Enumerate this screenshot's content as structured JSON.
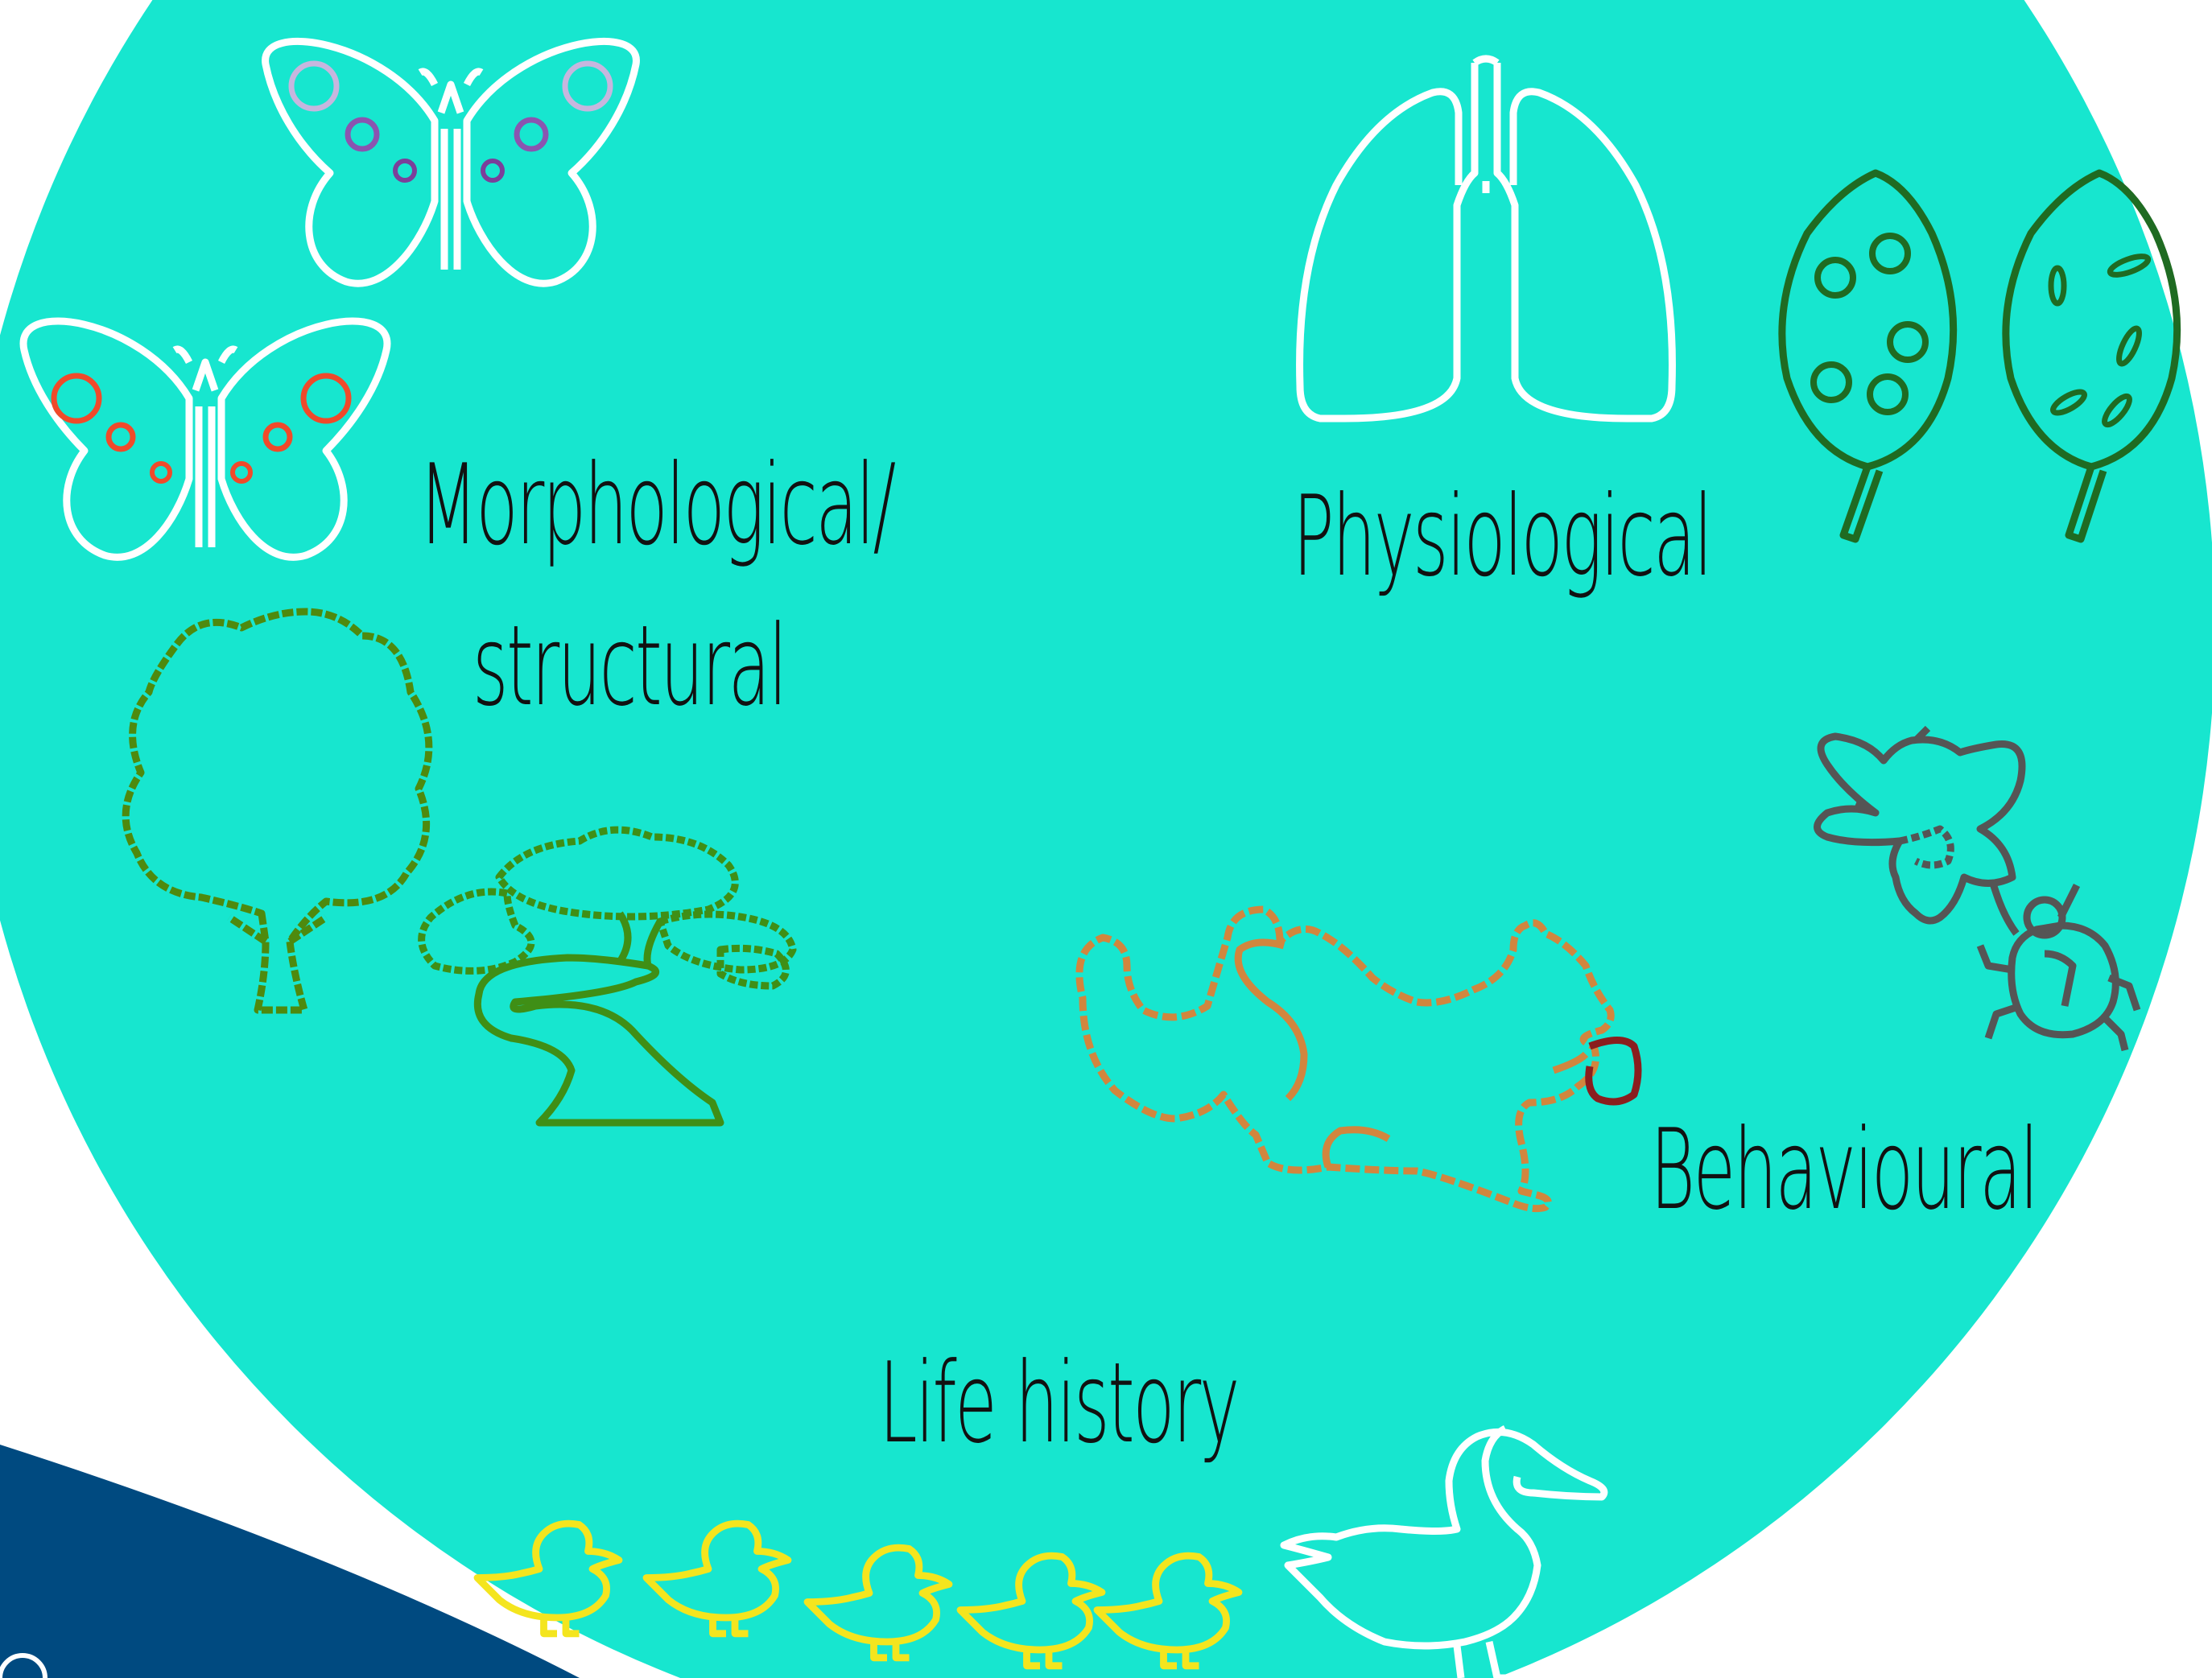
{
  "labels": {
    "morphological_line1": "Morphological/",
    "morphological_line2": "structural",
    "physiological": "Physiological",
    "behavioural": "Behavioural",
    "life_history": "Life history"
  },
  "colors": {
    "circle": "#17E6CF",
    "wave": "#004A80",
    "white": "#FFFFFF",
    "tree_green": "#4E8A0E",
    "leaf_green": "#1F6B22",
    "squirrel": "#D1863E",
    "nut": "#8A1E1E",
    "insect": "#555555",
    "duckling": "#F4E51E",
    "spot_lavender": "#C6B6DE",
    "spot_purple": "#7B3F9A",
    "spot_red": "#F04A2A"
  },
  "icons": [
    "butterfly-purple-spots-icon",
    "butterfly-red-spots-icon",
    "lungs-icon",
    "leaf-spots-icon",
    "leaf-stomata-icon",
    "tree-icon",
    "bonsai-tree-icon",
    "squirrel-icon",
    "acorn-icon",
    "bee-icon",
    "beetle-icon",
    "duck-icon",
    "duckling-icon"
  ]
}
